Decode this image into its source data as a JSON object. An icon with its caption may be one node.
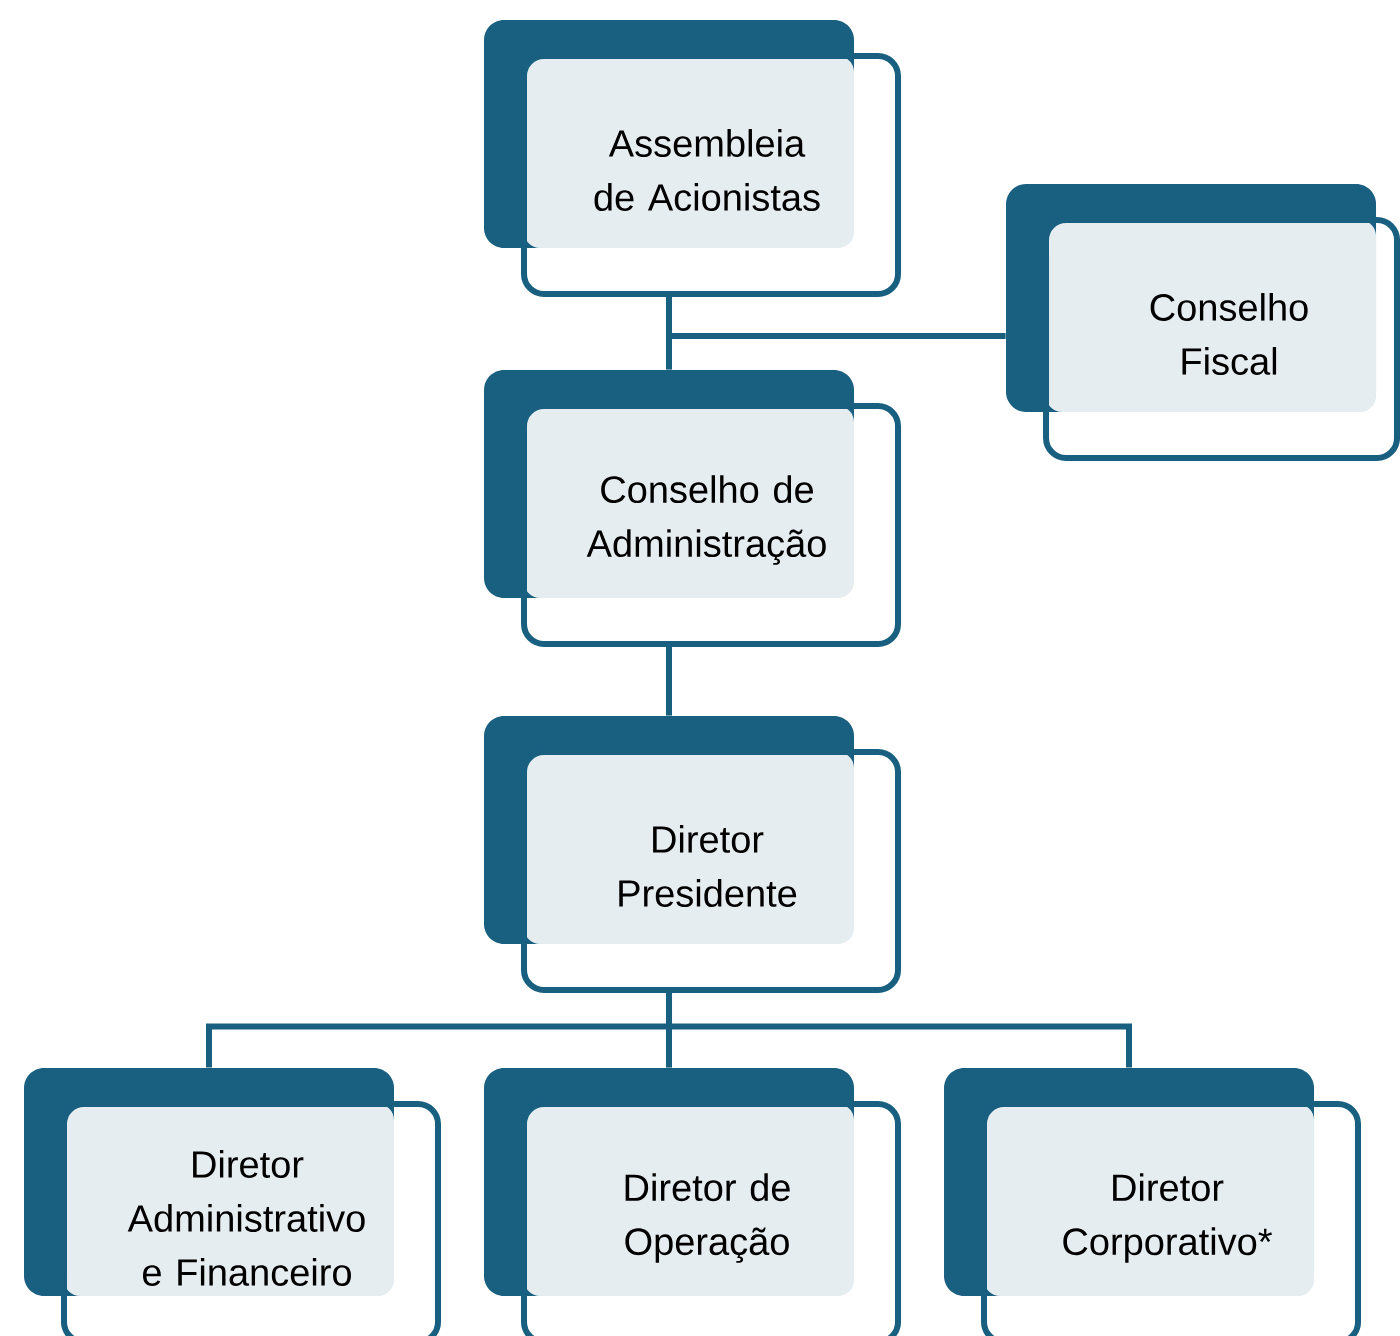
{
  "diagram": {
    "nodes": [
      {
        "text": [
          "Assembleia de Acionistas"
        ]
      },
      {
        "text": [
          "Conselho Fiscal"
        ]
      },
      {
        "text": [
          "Conselho de Administração"
        ]
      },
      {
        "text": [
          "Diretor Presidente"
        ]
      },
      {
        "text": [
          "Diretor Administrativo e Financeiro"
        ]
      },
      {
        "text": [
          "Diretor de Operação"
        ]
      },
      {
        "text": [
          "Diretor Corporativo*"
        ]
      }
    ],
    "edges": [
      {
        "from": 0,
        "to": 1,
        "arrow": "none"
      },
      {
        "from": 0,
        "to": 2,
        "arrow": "none"
      },
      {
        "from": 2,
        "to": 3,
        "arrow": "none"
      },
      {
        "from": 3,
        "to": 4,
        "arrow": "none"
      },
      {
        "from": 3,
        "to": 5,
        "arrow": "none"
      },
      {
        "from": 3,
        "to": 6,
        "arrow": "none"
      }
    ]
  }
}
